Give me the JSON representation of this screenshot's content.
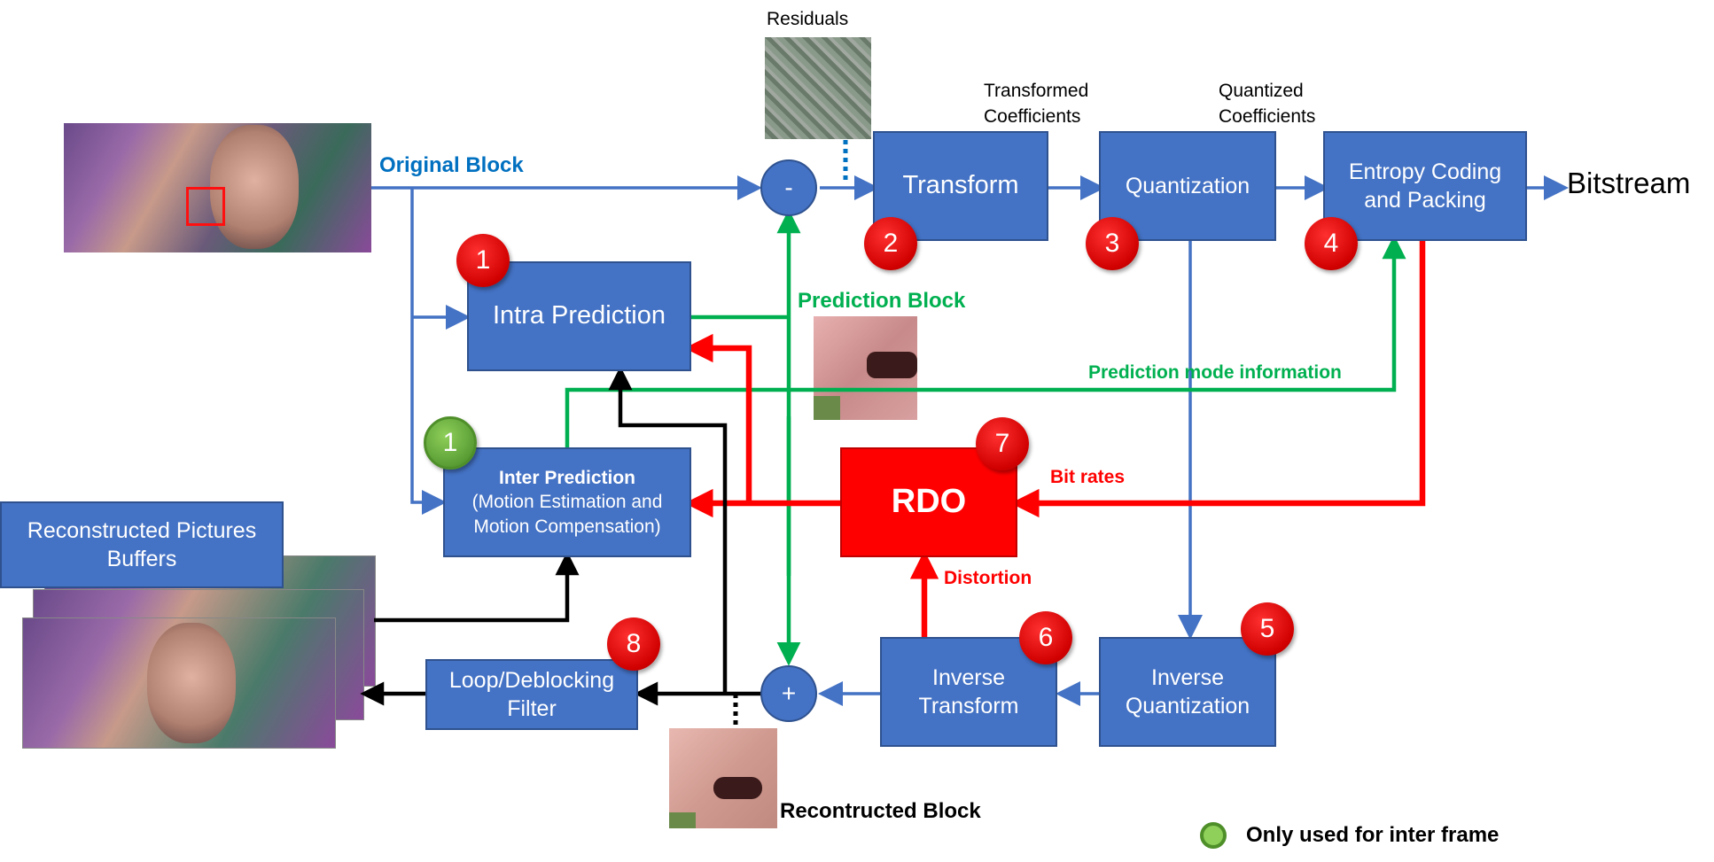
{
  "labels": {
    "residuals": "Residuals",
    "transformed": "Transformed\nCoefficients",
    "quantized": "Quantized\nCoefficients",
    "original_block": "Original Block",
    "bitstream": "Bitstream",
    "prediction_block": "Prediction Block",
    "prediction_mode": "Prediction mode information",
    "bit_rates": "Bit rates",
    "distortion": "Distortion",
    "reconstructed_block": "Recontructed Block",
    "legend": "Only used for inter frame"
  },
  "boxes": {
    "transform": "Transform",
    "quantization": "Quantization",
    "entropy": "Entropy Coding\nand Packing",
    "intra": "Intra Prediction",
    "inter_title": "Inter Prediction",
    "inter_sub": "(Motion Estimation and\nMotion Compensation)",
    "rdo": "RDO",
    "inv_transform": "Inverse\nTransform",
    "inv_quant": "Inverse\nQuantization",
    "loop": "Loop/Deblocking\nFilter",
    "buffers": "Reconstructed Pictures\nBuffers"
  },
  "operators": {
    "minus": "-",
    "plus": "+"
  },
  "badges": {
    "b1_red": "1",
    "b1_green": "1",
    "b2": "2",
    "b3": "3",
    "b4": "4",
    "b5": "5",
    "b6": "6",
    "b7": "7",
    "b8": "8"
  },
  "colors": {
    "block_blue": "#4472c4",
    "flow_blue": "#4472c4",
    "flow_green": "#00b050",
    "flow_red": "#ff0000",
    "flow_black": "#000000",
    "label_blue": "#0070c0"
  }
}
